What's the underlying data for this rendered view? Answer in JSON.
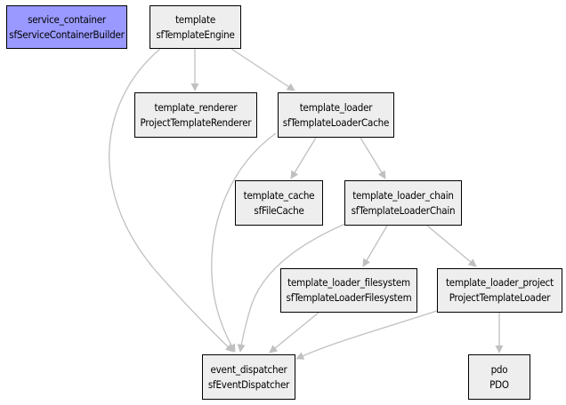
{
  "colors": {
    "node_fill": "#eeeeee",
    "highlight_fill": "#9999ff",
    "border": "#000000",
    "edge": "#c0c0c0"
  },
  "nodes": {
    "service_container": {
      "id": "service_container",
      "class": "sfServiceContainerBuilder"
    },
    "template": {
      "id": "template",
      "class": "sfTemplateEngine"
    },
    "template_renderer": {
      "id": "template_renderer",
      "class": "ProjectTemplateRenderer"
    },
    "template_loader": {
      "id": "template_loader",
      "class": "sfTemplateLoaderCache"
    },
    "template_cache": {
      "id": "template_cache",
      "class": "sfFileCache"
    },
    "template_loader_chain": {
      "id": "template_loader_chain",
      "class": "sfTemplateLoaderChain"
    },
    "template_loader_filesystem": {
      "id": "template_loader_filesystem",
      "class": "sfTemplateLoaderFilesystem"
    },
    "template_loader_project": {
      "id": "template_loader_project",
      "class": "ProjectTemplateLoader"
    },
    "event_dispatcher": {
      "id": "event_dispatcher",
      "class": "sfEventDispatcher"
    },
    "pdo": {
      "id": "pdo",
      "class": "PDO"
    }
  },
  "edges": [
    [
      "template",
      "template_renderer"
    ],
    [
      "template",
      "template_loader"
    ],
    [
      "template",
      "event_dispatcher"
    ],
    [
      "template_loader",
      "template_cache"
    ],
    [
      "template_loader",
      "template_loader_chain"
    ],
    [
      "template_loader",
      "event_dispatcher"
    ],
    [
      "template_loader_chain",
      "template_loader_filesystem"
    ],
    [
      "template_loader_chain",
      "template_loader_project"
    ],
    [
      "template_loader_chain",
      "event_dispatcher"
    ],
    [
      "template_loader_filesystem",
      "event_dispatcher"
    ],
    [
      "template_loader_project",
      "event_dispatcher"
    ],
    [
      "template_loader_project",
      "pdo"
    ]
  ]
}
